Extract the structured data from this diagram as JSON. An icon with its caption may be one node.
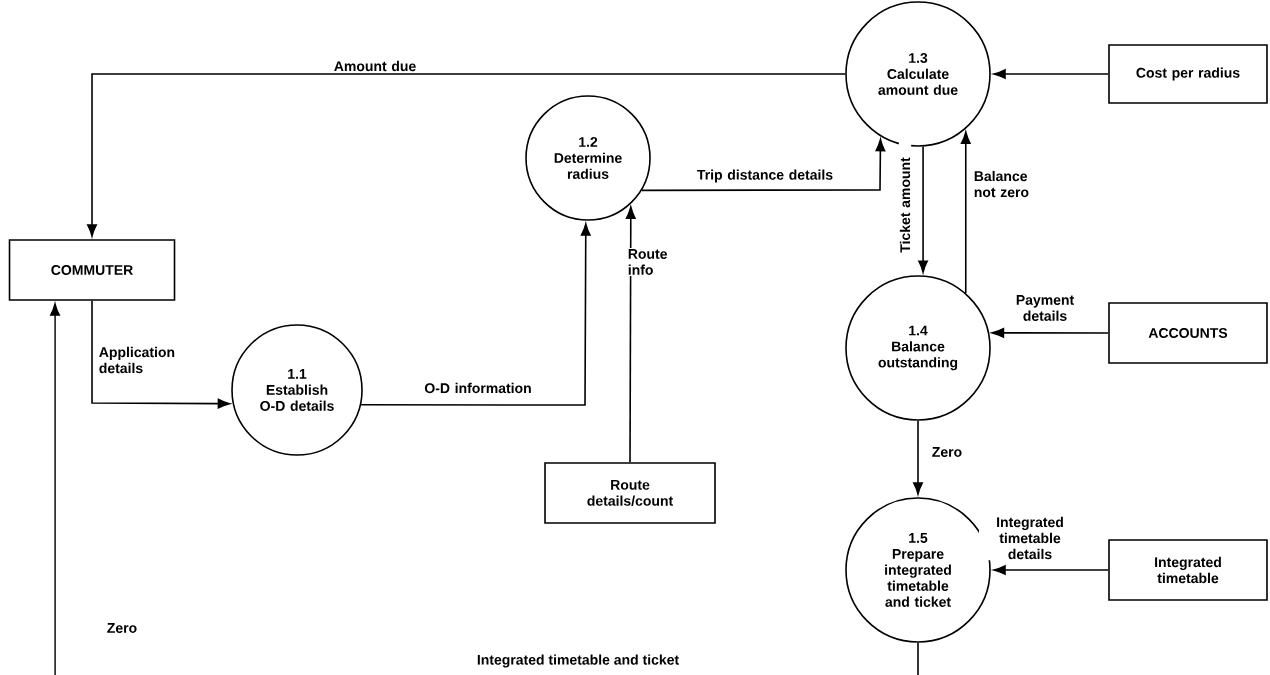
{
  "diagram": {
    "nodes": [
      {
        "text": [
          "COMMUTER"
        ]
      },
      {
        "text": [
          "1.1",
          "Establish O-D details"
        ]
      },
      {
        "text": [
          "1.2",
          "Determine radius"
        ]
      },
      {
        "text": [
          "1.3",
          "Calculate amount due"
        ]
      },
      {
        "text": [
          "Cost per radius"
        ]
      },
      {
        "text": [
          "1.4",
          "Balance outstanding"
        ]
      },
      {
        "text": [
          "ACCOUNTS"
        ]
      },
      {
        "text": [
          "Route details/count"
        ]
      },
      {
        "text": [
          "1.5",
          "Prepare integrated timetable and ticket"
        ]
      },
      {
        "text": [
          "Integrated timetable"
        ]
      }
    ],
    "edges": [
      {
        "from": 3,
        "to": 0,
        "arrow": "to",
        "label": "Amount due"
      },
      {
        "from": 0,
        "to": 1,
        "arrow": "to",
        "label": "Application details"
      },
      {
        "from": 1,
        "to": 2,
        "arrow": "to",
        "label": "O-D information"
      },
      {
        "from": 7,
        "to": 2,
        "arrow": "to",
        "label": "Route info"
      },
      {
        "from": 2,
        "to": 3,
        "arrow": "to",
        "label": "Trip distance details"
      },
      {
        "from": 4,
        "to": 3,
        "arrow": "to"
      },
      {
        "from": 3,
        "to": 5,
        "arrow": "to",
        "label": "Ticket amount"
      },
      {
        "from": 5,
        "to": 3,
        "arrow": "to",
        "label": "Balance not zero"
      },
      {
        "from": 6,
        "to": 5,
        "arrow": "to",
        "label": "Payment details"
      },
      {
        "from": 5,
        "to": 8,
        "arrow": "to",
        "label": "Zero"
      },
      {
        "from": 9,
        "to": 8,
        "arrow": "to",
        "label": "Integrated timetable details"
      },
      {
        "from": 8,
        "to": null,
        "arrow": "none"
      },
      {
        "from": null,
        "to": 0,
        "arrow": "to"
      }
    ],
    "labels": [
      "Zero",
      "Integrated timetable and ticket"
    ]
  }
}
